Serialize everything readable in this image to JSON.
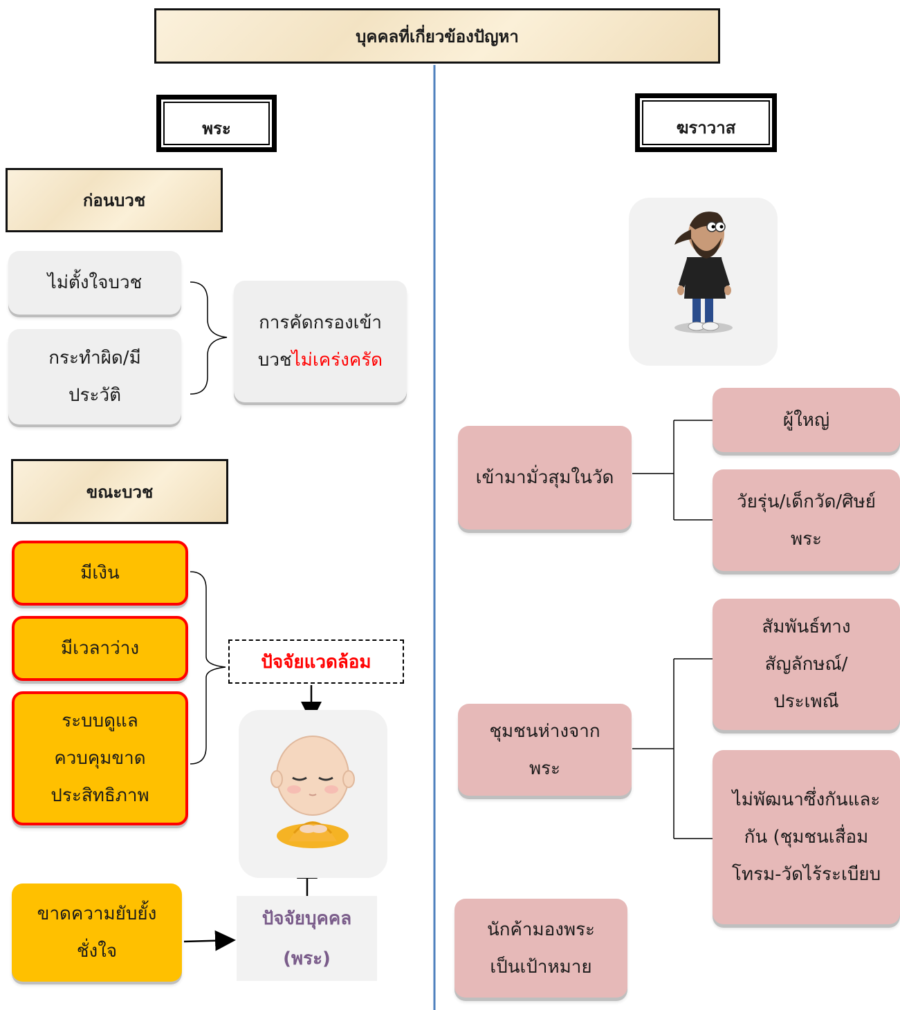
{
  "title": "บุคคลที่เกี่ยวข้องปัญหา",
  "monk_section": {
    "header": "พระ",
    "before_ordination": {
      "heading": "ก่อนบวช",
      "item1": "ไม่ตั้งใจบวช",
      "item2_line1": "กระทำผิด/มี",
      "item2_line2": "ประวัติ",
      "result_line1": "การคัดกรองเข้า",
      "result_line2_prefix": "บวช",
      "result_line2_highlight": "ไม่เคร่งครัด"
    },
    "during_ordination": {
      "heading": "ขณะบวช",
      "item1": "มีเงิน",
      "item2": "มีเวลาว่าง",
      "item3_line1": "ระบบดูแล",
      "item3_line2": "ควบคุมขาด",
      "item3_line3": "ประสิทธิภาพ",
      "environment_factor": "ปัจจัยแวดล้อม",
      "self_control_line1": "ขาดความยับยั้ง",
      "self_control_line2": "ชั่งใจ",
      "personal_factor_line1": "ปัจจัยบุคคล",
      "personal_factor_line2": "(พระ)"
    }
  },
  "lay_section": {
    "header": "ฆราวาส",
    "group1": {
      "main": "เข้ามามั่วสุมในวัด",
      "sub1": "ผู้ใหญ่",
      "sub2_line1": "วัยรุ่น/เด็กวัด/ศิษย์",
      "sub2_line2": "พระ"
    },
    "group2": {
      "main_line1": "ชุมชนห่างจาก",
      "main_line2": "พระ",
      "sub1_line1": "สัมพันธ์ทาง",
      "sub1_line2": "สัญลักษณ์/",
      "sub1_line3": "ประเพณี",
      "sub2_line1": "ไม่พัฒนาซึ่งกันและ",
      "sub2_line2": "กัน (ชุมชนเสื่อม",
      "sub2_line3": "โทรม-วัดไร้ระเบียบ"
    },
    "group3": {
      "line1": "นักค้ามองพระ",
      "line2": "เป็นเป้าหมาย"
    }
  },
  "colors": {
    "orange": "#ffc000",
    "red_border": "#ff0000",
    "pink": "#e6b9b8",
    "divider_blue": "#4f81bd",
    "personal_text": "#7a5c8a"
  },
  "icons": [
    "layman-cartoon-icon",
    "meditating-monk-icon"
  ]
}
